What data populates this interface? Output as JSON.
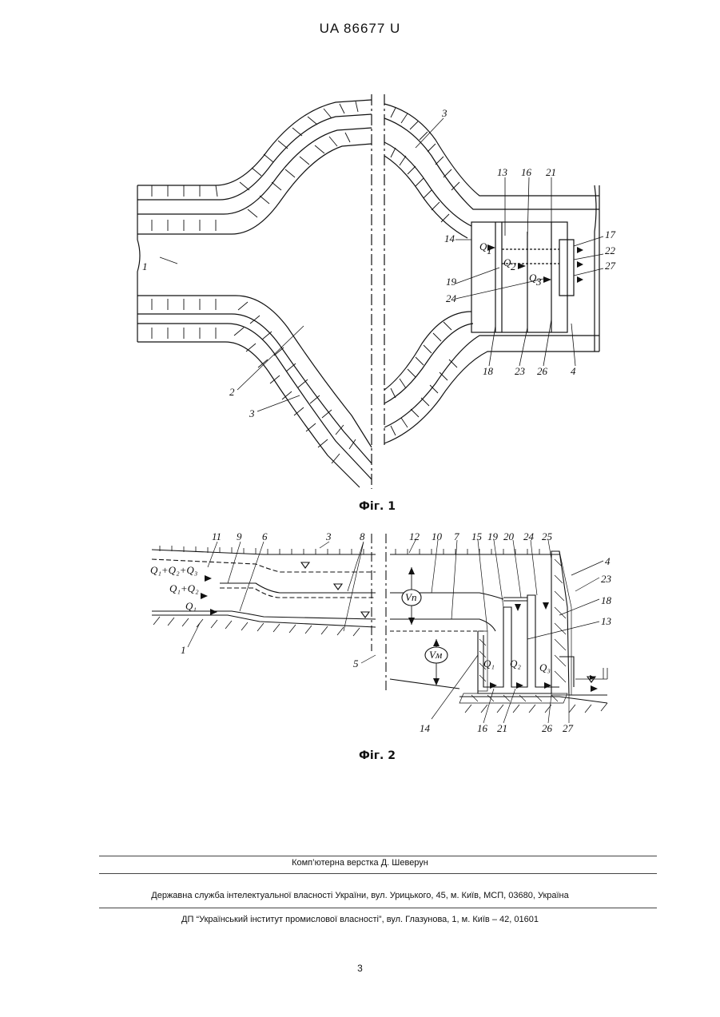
{
  "header": {
    "number": "UA   86677   U"
  },
  "figure1": {
    "caption": "Фіг. 1",
    "labels": {
      "l1": "1",
      "l2": "2",
      "l3a": "3",
      "l3b": "3",
      "l4": "4",
      "l13": "13",
      "l14": "14",
      "l16": "16",
      "l17": "17",
      "l18": "18",
      "l19": "19",
      "l21": "21",
      "l22": "22",
      "l23": "23",
      "l24": "24",
      "l26": "26",
      "l27": "27",
      "q1": "Q",
      "q2": "Q",
      "q3": "Q",
      "s1": "1",
      "s2": "2",
      "s3": "3"
    }
  },
  "figure2": {
    "caption": "Фіг. 2",
    "labels": {
      "l11": "11",
      "l9": "9",
      "l6": "6",
      "l3": "3",
      "l8": "8",
      "l12": "12",
      "l10": "10",
      "l7": "7",
      "l15": "15",
      "l19": "19",
      "l20": "20",
      "l24": "24",
      "l25": "25",
      "l4": "4",
      "l23": "23",
      "l18": "18",
      "l13": "13",
      "l5": "5",
      "l1": "1",
      "l14": "14",
      "l16": "16",
      "l21": "21",
      "l26": "26",
      "l27": "27",
      "flow1": "Q₁+Q₂+Q₃",
      "flow2": "Q₁+Q₂",
      "flow3": "Q₁",
      "vn": "Vп",
      "vm": "Vм",
      "q1": "Q₁",
      "q2": "Q₂",
      "q3": "Q₃"
    }
  },
  "footer": {
    "layout": "Комп’ютерна верстка Д. Шеверун",
    "service": "Державна служба інтелектуальної власності України, вул. Урицького, 45, м. Київ, МСП, 03680, Україна",
    "institute": "ДП “Український інститут промислової власності”, вул. Глазунова, 1, м. Київ – 42, 01601"
  },
  "page_number": "3"
}
